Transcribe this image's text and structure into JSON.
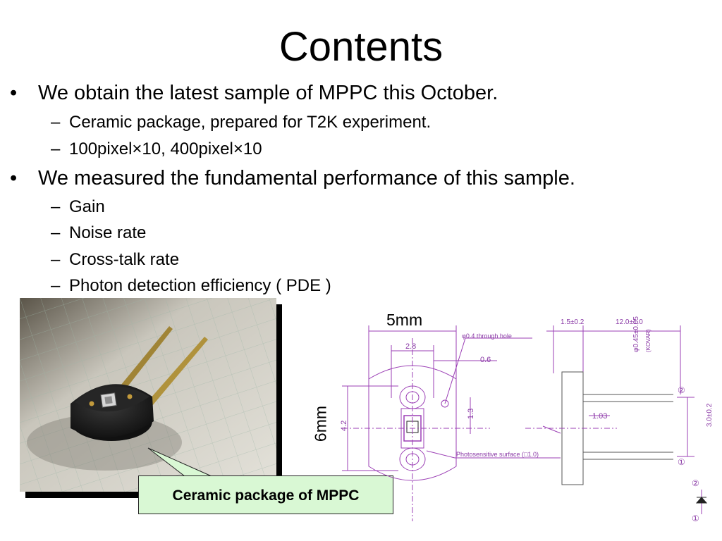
{
  "title": "Contents",
  "bullets": [
    {
      "text": "We obtain the latest sample of MPPC this October.",
      "subs": [
        "Ceramic package, prepared for T2K experiment.",
        "100pixel×10, 400pixel×10"
      ]
    },
    {
      "text": "We measured the fundamental performance of this sample.",
      "subs": [
        "Gain",
        "Noise rate",
        "Cross-talk rate",
        "Photon detection efficiency ( PDE )"
      ]
    }
  ],
  "bullet_glyph": "•",
  "dash_glyph": "–",
  "callout": "Ceramic package of MPPC",
  "drawing": {
    "dim_5mm": "5mm",
    "dim_6mm": "6mm",
    "d_2_8": "2.8",
    "d_0_6": "0.6",
    "d_4_2": "4.2",
    "d_1_3": "1.3",
    "d_1_03": "1.03",
    "d_1_5": "1.5±0.2",
    "d_12_0": "12.0±1.0",
    "d_3_0": "3.0±0.2",
    "d_phi045": "φ0.45±0.05",
    "kovar": "(KOVAR)",
    "through_hole": "φ0.4 through hole",
    "photosensitive": "Photosensitive surface (□1.0)",
    "pin1": "①",
    "pin2": "②"
  },
  "colors": {
    "drawing_line": "#9b3fb5",
    "callout_bg": "#d9f8d4"
  }
}
